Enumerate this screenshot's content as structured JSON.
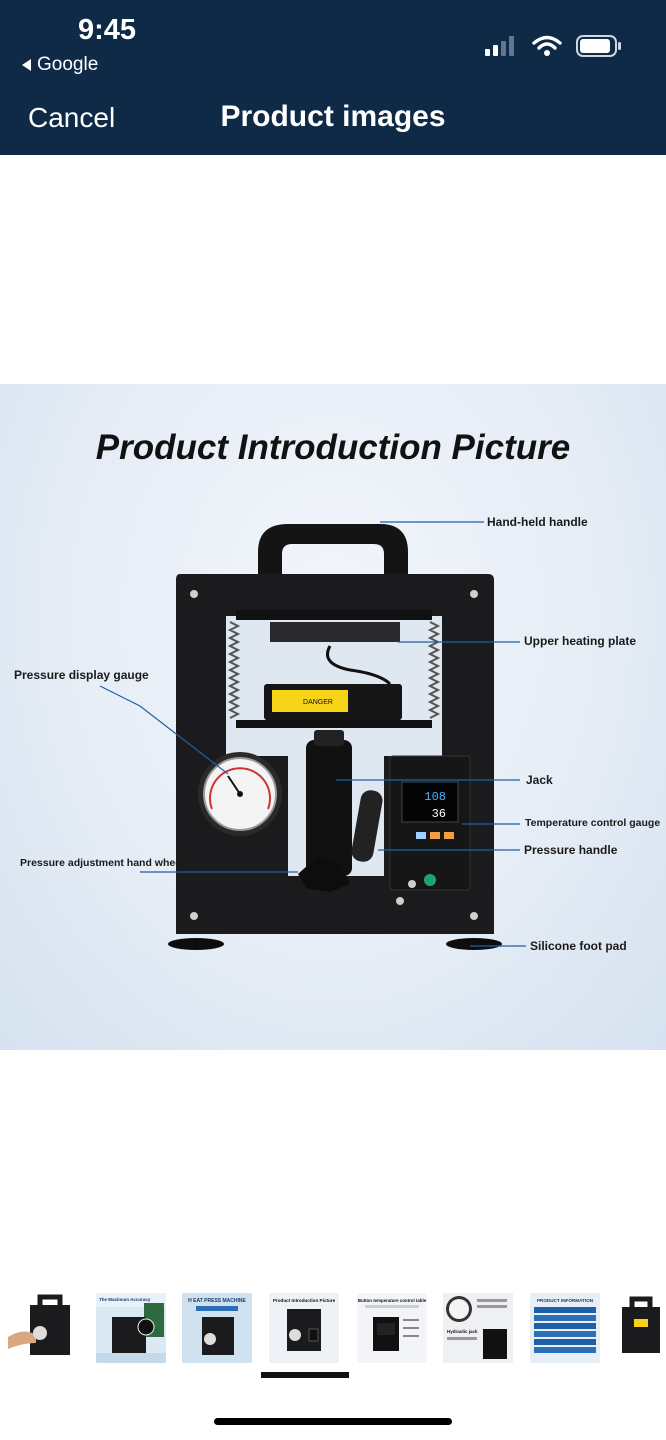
{
  "status_bar": {
    "time": "9:45",
    "back_app": "Google"
  },
  "nav": {
    "cancel_label": "Cancel",
    "title": "Product images"
  },
  "product_image": {
    "title": "Product Introduction Picture",
    "callouts": {
      "hand_held_handle": "Hand-held handle",
      "upper_heating_plate": "Upper heating plate",
      "pressure_display_gauge": "Pressure display gauge",
      "jack": "Jack",
      "temperature_control_gauge": "Temperature control gauge",
      "pressure_handle": "Pressure handle",
      "pressure_adjustment_hand_wheel": "Pressure adjustment hand wheel",
      "silicone_foot_pad": "Silicone foot pad"
    },
    "display": {
      "pv": "108",
      "sv": "36"
    },
    "danger_label": "DANGER"
  },
  "thumbnails": [
    {
      "caption": ""
    },
    {
      "caption": "The Maximum Accuracy"
    },
    {
      "caption": "H EAT PRESS MACHINE"
    },
    {
      "caption": "Product Introduction Picture"
    },
    {
      "caption": "Button temperature control table"
    },
    {
      "caption": "Hydraulic jack"
    },
    {
      "caption": "PRODUCT INFORMATION"
    },
    {
      "caption": ""
    }
  ],
  "selected_thumbnail_index": 3,
  "colors": {
    "header_bg": "#0e2a47",
    "accent_blue": "#1f5fa6"
  }
}
